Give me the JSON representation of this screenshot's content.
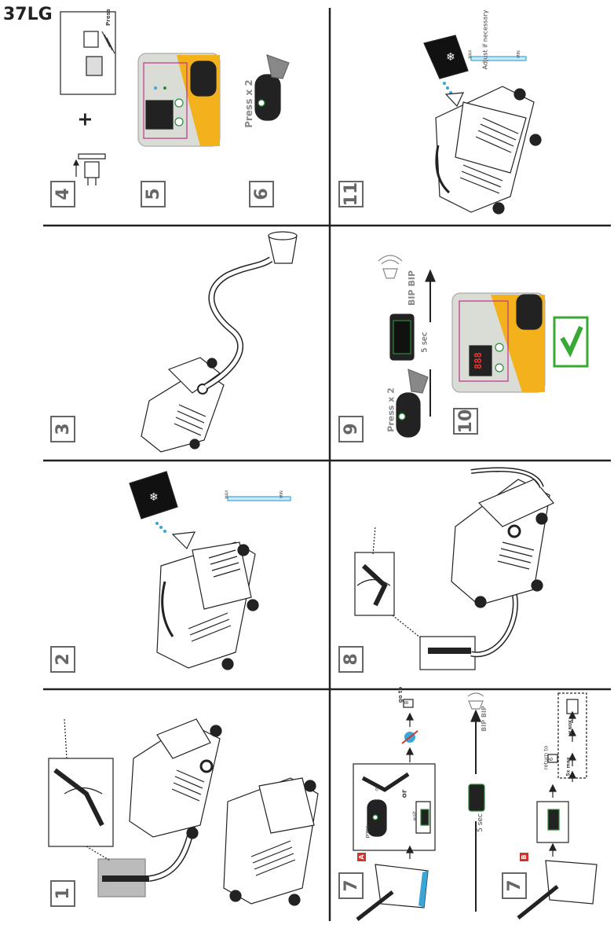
{
  "page": {
    "title": "37LG"
  },
  "steps": {
    "s1": "1",
    "s2": "2",
    "s3": "3",
    "s4": "4",
    "s5": "5",
    "s6": "6",
    "s7": "7",
    "s8": "8",
    "s9": "9",
    "s10": "10",
    "s11": "11",
    "s7a_tag": "A",
    "s7b_tag": "B"
  },
  "labels": {
    "press": "Press",
    "press_x2_6": "Press x 2",
    "press_x2_9": "Press x 2",
    "adjust": "Adjust if necessary",
    "bip_bip_9": "BIP BIP",
    "five_sec_9": "5 sec",
    "bip_bip_7": "BIP BIP",
    "five_sec_7": "5 sec",
    "goto": "go to",
    "goto_num": "8",
    "press_lower": "press",
    "or1": "or",
    "or2": "or",
    "wait": "wait",
    "return_to": "return to",
    "return_num": "6",
    "five_x_max": "5x max",
    "if_nok": "if NOK",
    "max": "MAX",
    "min": "MIN",
    "plus": "+",
    "display_888": "888"
  },
  "colors": {
    "yellow": "#f3b21b",
    "green_check": "#38a935",
    "blue_liquid": "#3aa6d8",
    "magenta": "#c2308a",
    "red_tag": "#d0342c"
  }
}
